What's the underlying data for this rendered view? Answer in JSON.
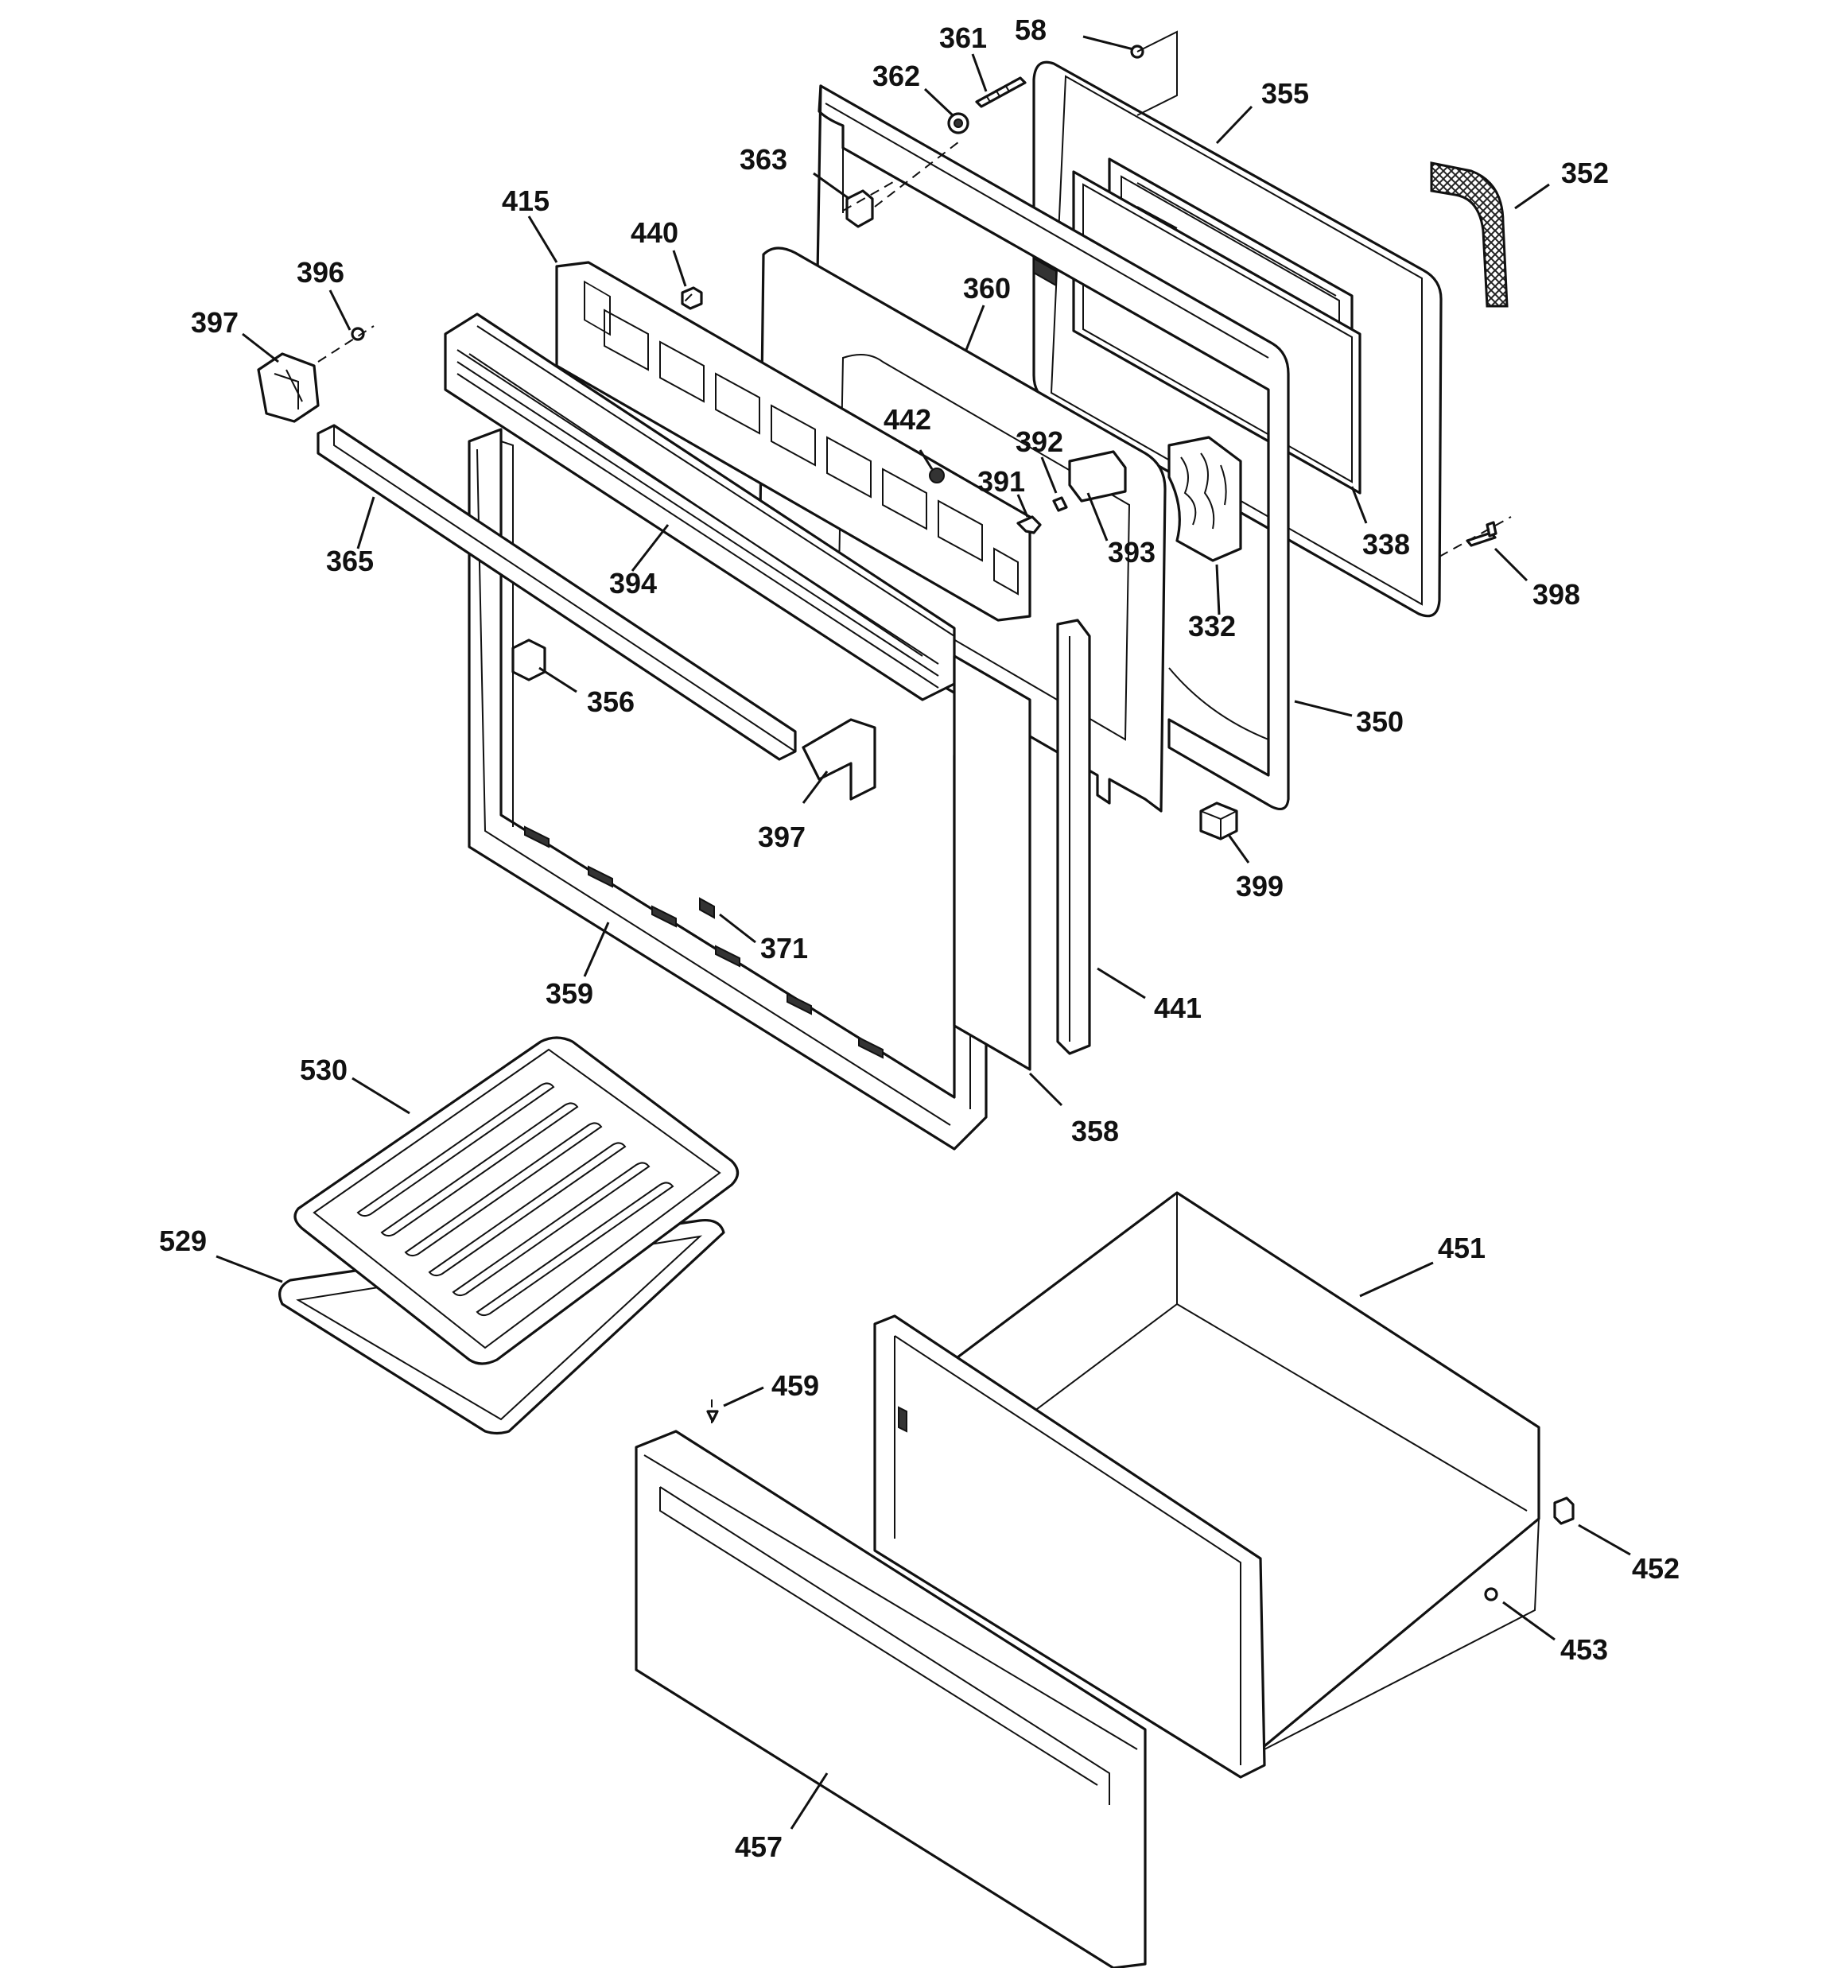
{
  "diagram": {
    "callouts": [
      "58",
      "361",
      "362",
      "355",
      "352",
      "363",
      "415",
      "440",
      "396",
      "397",
      "360",
      "442",
      "392",
      "391",
      "393",
      "332",
      "338",
      "398",
      "365",
      "394",
      "356",
      "350",
      "397",
      "399",
      "371",
      "359",
      "441",
      "530",
      "358",
      "529",
      "451",
      "459",
      "452",
      "453",
      "457"
    ]
  }
}
